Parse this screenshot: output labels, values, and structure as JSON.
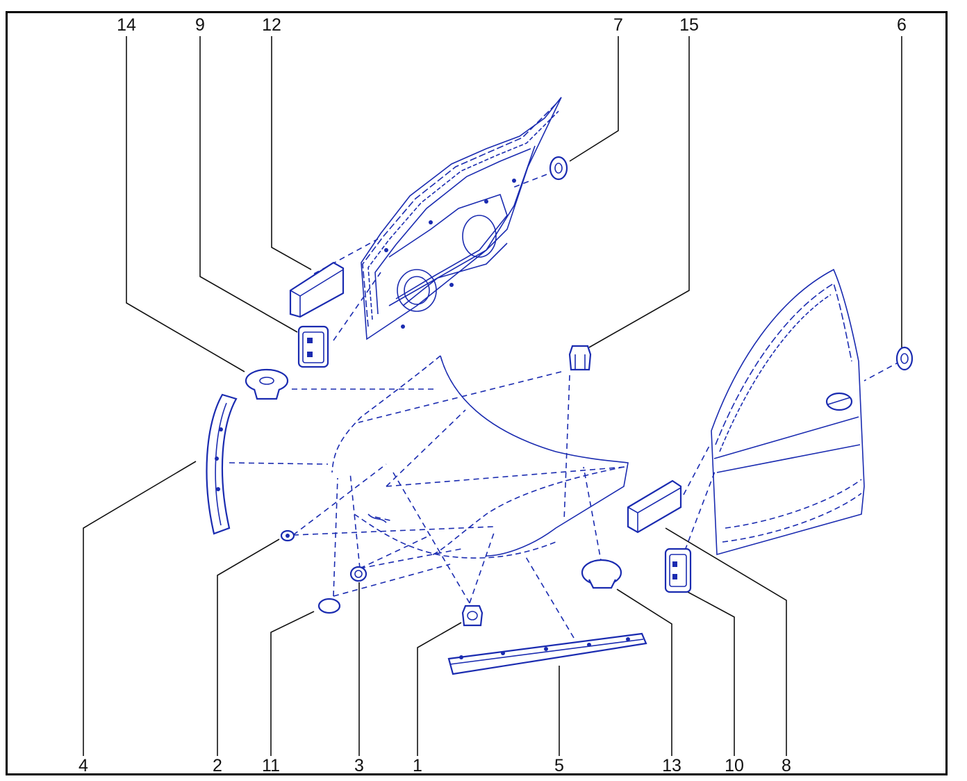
{
  "diagram": {
    "callouts_top": [
      "14",
      "9",
      "12",
      "7",
      "15",
      "6"
    ],
    "callouts_bottom": [
      "4",
      "2",
      "11",
      "3",
      "1",
      "5",
      "13",
      "10",
      "8"
    ]
  },
  "colors": {
    "parts": "#1a2bb0",
    "leaders": "#111111",
    "frame": "#000000"
  }
}
